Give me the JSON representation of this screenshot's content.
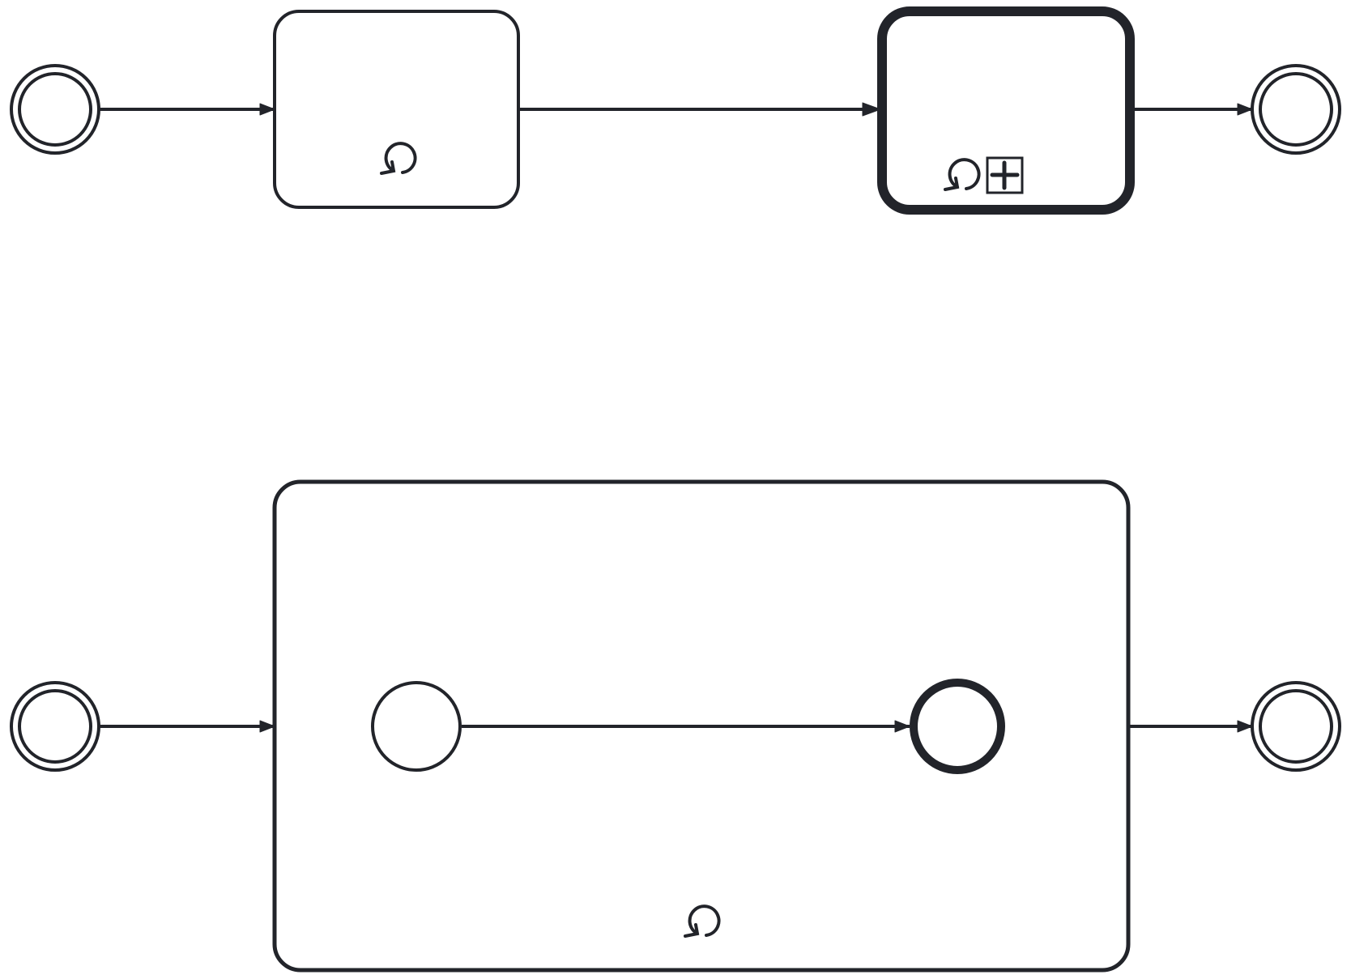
{
  "diagram": {
    "type": "bpmn",
    "colors": {
      "stroke": "#22242a",
      "background": "#ffffff"
    },
    "processes": [
      {
        "id": "process-1",
        "elements": [
          {
            "id": "start-1",
            "kind": "start-event-interrupting-double"
          },
          {
            "id": "loop-task-1",
            "kind": "task",
            "markers": [
              "loop-icon"
            ]
          },
          {
            "id": "collapsed-subprocess-1",
            "kind": "collapsed-subprocess",
            "markers": [
              "loop-icon",
              "expand-plus-icon"
            ]
          },
          {
            "id": "end-1",
            "kind": "event-double"
          }
        ],
        "flows": [
          [
            "start-1",
            "loop-task-1"
          ],
          [
            "loop-task-1",
            "collapsed-subprocess-1"
          ],
          [
            "collapsed-subprocess-1",
            "end-1"
          ]
        ]
      },
      {
        "id": "process-2",
        "elements": [
          {
            "id": "start-2",
            "kind": "event-double"
          },
          {
            "id": "expanded-subprocess-2",
            "kind": "expanded-subprocess",
            "markers": [
              "loop-icon"
            ],
            "children": [
              {
                "id": "inner-start",
                "kind": "start-event"
              },
              {
                "id": "inner-end",
                "kind": "end-event"
              }
            ],
            "flows": [
              [
                "inner-start",
                "inner-end"
              ]
            ]
          },
          {
            "id": "end-2",
            "kind": "event-double"
          }
        ],
        "flows": [
          [
            "start-2",
            "expanded-subprocess-2"
          ],
          [
            "expanded-subprocess-2",
            "end-2"
          ]
        ]
      }
    ]
  }
}
